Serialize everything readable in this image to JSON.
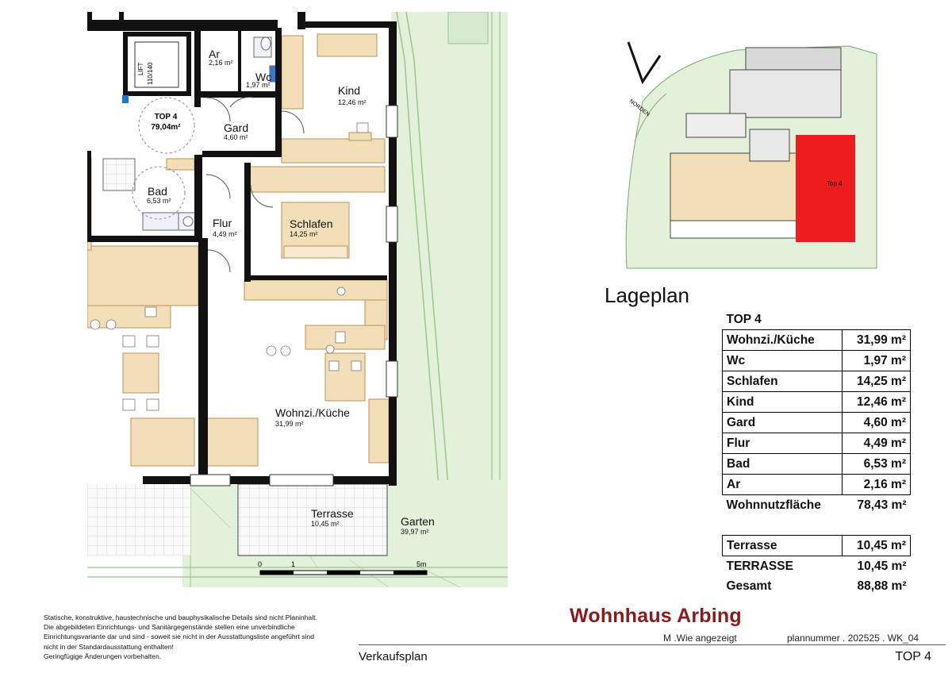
{
  "plan": {
    "unit_badge": {
      "top": "TOP 4",
      "area": "79,04m²"
    },
    "lift_label": "110/140",
    "lift_tag": "LIFT",
    "rooms": [
      {
        "name": "Ar",
        "area": "2,16 m²"
      },
      {
        "name": "Wc",
        "area": "1,97 m²"
      },
      {
        "name": "Kind",
        "area": "12,46 m²"
      },
      {
        "name": "Gard",
        "area": "4,60 m²"
      },
      {
        "name": "Bad",
        "area": "6,53 m²"
      },
      {
        "name": "Flur",
        "area": "4,49 m²"
      },
      {
        "name": "Schlafen",
        "area": "14,25 m²"
      },
      {
        "name": "Wohnzi./Küche",
        "area": "31,99 m²"
      },
      {
        "name": "Terrasse",
        "area": "10,45 m²"
      },
      {
        "name": "Garten",
        "area": "39,97 m²"
      }
    ],
    "scale_bar": {
      "start": "0",
      "mid": "1",
      "end": "5m"
    }
  },
  "site_plan": {
    "north_label": "NORDEN",
    "unit_label": "Top 4",
    "highlight_color": "#ee1c1c"
  },
  "lageplan_title": "Lageplan",
  "area_table": {
    "title": "TOP 4",
    "rows": [
      {
        "name": "Wohnzi./Küche",
        "value": "31,99 m²"
      },
      {
        "name": "Wc",
        "value": "1,97 m²"
      },
      {
        "name": "Schlafen",
        "value": "14,25 m²"
      },
      {
        "name": "Kind",
        "value": "12,46 m²"
      },
      {
        "name": "Gard",
        "value": "4,60 m²"
      },
      {
        "name": "Flur",
        "value": "4,49 m²"
      },
      {
        "name": "Bad",
        "value": "6,53 m²"
      },
      {
        "name": "Ar",
        "value": "2,16 m²"
      }
    ],
    "total_living": {
      "name": "Wohnnutzfläche",
      "value": "78,43 m²"
    },
    "terrace_row": {
      "name": "Terrasse",
      "value": "10,45 m²"
    },
    "terrace_sum": {
      "name": "TERRASSE",
      "value": "10,45 m²"
    },
    "grand_total": {
      "name": "Gesamt",
      "value": "88,88 m²"
    }
  },
  "disclaimer": [
    "Statische, konstruktive, haustechnische und bauphysikalische Details sind nicht Planinhalt.",
    "Die abgebildeten Einrichtungs- und Sanitärgegenstände stellen eine unverbindliche",
    "Einrichtungsvariante dar und sind - soweit sie nicht in der Ausstattungsliste angeführt sind",
    "nicht in der Standardausstattung enthalten!",
    "Geringfügige Änderungen vorbehalten."
  ],
  "footer": {
    "project": "Wohnhaus Arbing",
    "scale": "M .Wie angezeigt",
    "plan_number": "plannummer . 202525 . WK_04",
    "plan_type": "Verkaufsplan",
    "unit": "TOP 4"
  },
  "colors": {
    "wall": "#111111",
    "furniture": "#f2dfb8",
    "furniture_edge": "#b8935a",
    "garden": "#e3f1da",
    "garden_lines": "#9cc58c",
    "project_title": "#8b1a1a"
  }
}
